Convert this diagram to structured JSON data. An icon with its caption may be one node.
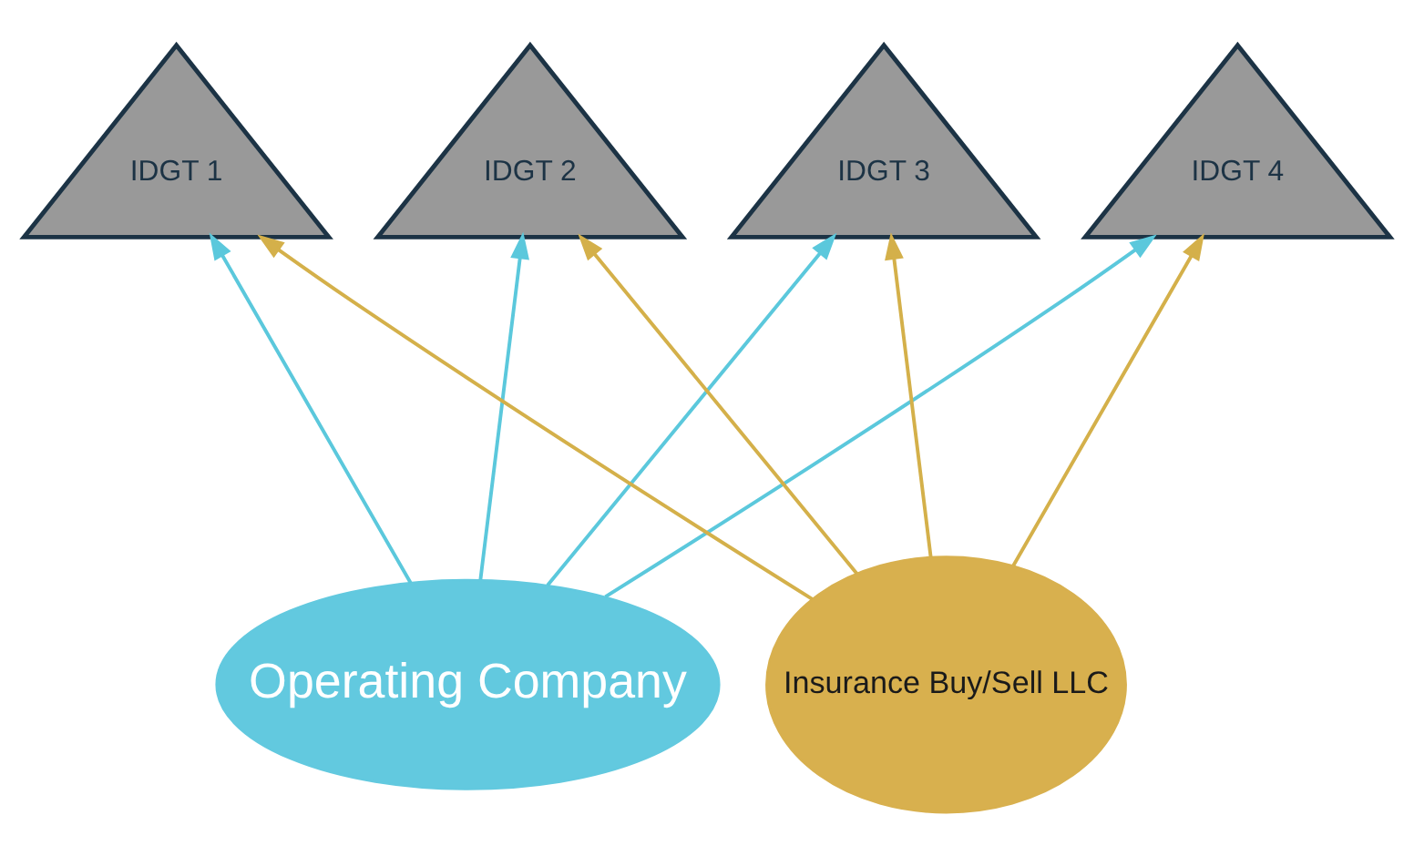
{
  "diagram": {
    "nodes": [
      {
        "text": [
          "IDGT 1"
        ]
      },
      {
        "text": [
          "IDGT 2"
        ]
      },
      {
        "text": [
          "IDGT 3"
        ]
      },
      {
        "text": [
          "IDGT 4"
        ]
      },
      {
        "text": [
          "Operating Company"
        ]
      },
      {
        "text": [
          "Insurance Buy/Sell LLC"
        ]
      }
    ],
    "edges": [
      {
        "from": 4,
        "to": 0,
        "arrow": "to",
        "color": "#5bc8dc"
      },
      {
        "from": 4,
        "to": 1,
        "arrow": "to",
        "color": "#5bc8dc"
      },
      {
        "from": 4,
        "to": 2,
        "arrow": "to",
        "color": "#5bc8dc"
      },
      {
        "from": 4,
        "to": 3,
        "arrow": "to",
        "color": "#5bc8dc"
      },
      {
        "from": 5,
        "to": 0,
        "arrow": "to",
        "color": "#d4b04a"
      },
      {
        "from": 5,
        "to": 1,
        "arrow": "to",
        "color": "#d4b04a"
      },
      {
        "from": 5,
        "to": 2,
        "arrow": "to",
        "color": "#d4b04a"
      },
      {
        "from": 5,
        "to": 3,
        "arrow": "to",
        "color": "#d4b04a"
      }
    ]
  }
}
